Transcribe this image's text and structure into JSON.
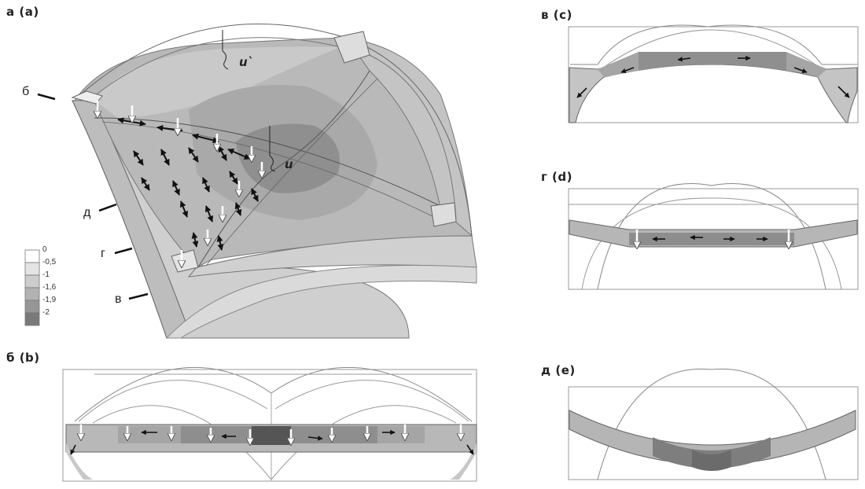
{
  "panels": {
    "a": "а (a)",
    "b": "б (b)",
    "c": "в (c)",
    "d": "г (d)",
    "e": "д (e)"
  },
  "section_markers": {
    "b": "б",
    "e": "д",
    "d": "г",
    "c": "в"
  },
  "displacement_labels": {
    "upper": "u`",
    "center": "u"
  },
  "legend": {
    "levels": [
      "0",
      "-0,5",
      "-1",
      "-1,6",
      "-1,9",
      "-2"
    ],
    "colors": [
      "#ffffff",
      "#e4e4e4",
      "#cdcdcd",
      "#b2b2b2",
      "#969696",
      "#7a7a7a"
    ]
  }
}
